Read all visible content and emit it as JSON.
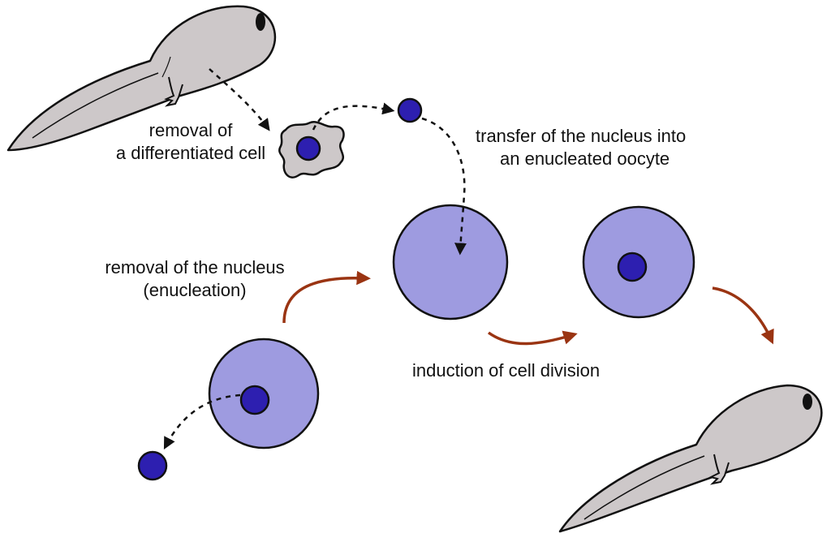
{
  "labels": {
    "removal_cell": [
      "removal of",
      "a differentiated cell"
    ],
    "transfer": [
      "transfer of the nucleus into",
      "an enucleated oocyte"
    ],
    "enucleation": [
      "removal of the nucleus",
      "(enucleation)"
    ],
    "induction": "induction of cell division"
  },
  "colors": {
    "tadpole_fill": "#cdc8c9",
    "cell_fill": "#9e9be0",
    "nucleus_fill": "#2d1fb0",
    "process_arrow": "#9a3412",
    "outline": "#111111"
  }
}
